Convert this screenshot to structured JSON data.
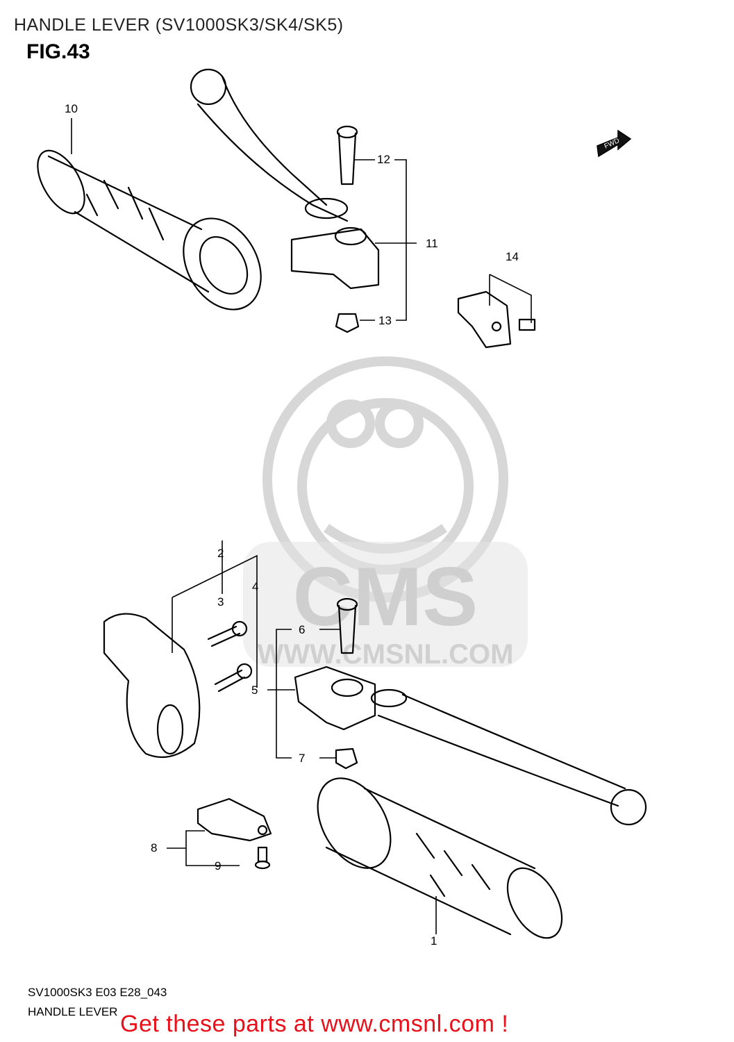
{
  "header": {
    "title": "HANDLE LEVER (SV1000SK3/SK4/SK5)",
    "figure": "FIG.43"
  },
  "diagram": {
    "direction_tag": "FWD",
    "callouts": [
      "1",
      "2",
      "3",
      "4",
      "5",
      "6",
      "7",
      "8",
      "9",
      "10",
      "11",
      "12",
      "13",
      "14"
    ],
    "watermark": {
      "brand": "CMS",
      "url": "WWW.CMSNL.COM"
    }
  },
  "footer": {
    "code": "SV1000SK3 E03 E28_043",
    "caption": "HANDLE LEVER",
    "link_text": "Get these parts at www.cmsnl.com !",
    "link_color": "#e8101a"
  }
}
